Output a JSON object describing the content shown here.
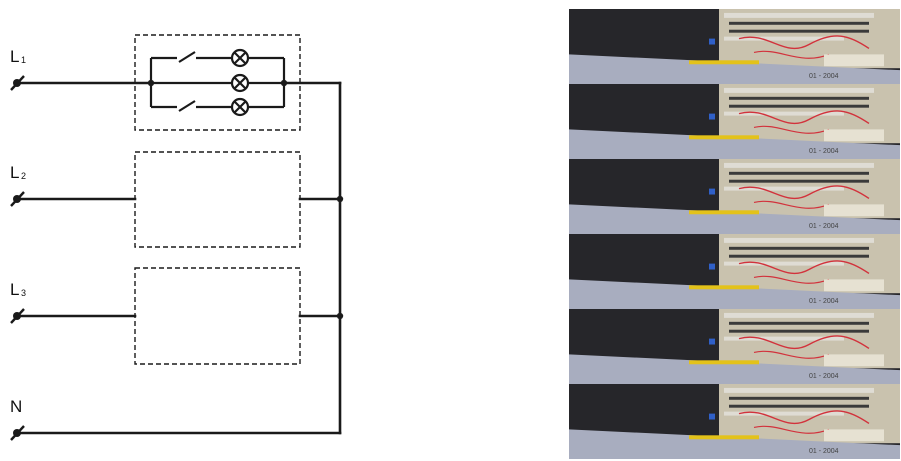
{
  "diagram": {
    "lines": [
      {
        "letter": "L",
        "sub": "1"
      },
      {
        "letter": "L",
        "sub": "2"
      },
      {
        "letter": "L",
        "sub": "3"
      },
      {
        "letter": "N",
        "sub": ""
      }
    ],
    "colors": {
      "wire": "#1a1a1a",
      "background": "#ffffff"
    }
  },
  "photo": {
    "strip_count": 6,
    "stamp_text": "01 - 2004",
    "colors": {
      "dark": "#26262a",
      "board": "#c9c2ae",
      "panel": "#a8adbf",
      "wire_red": "#d2323c",
      "wire_yellow": "#e3c21a",
      "stripe_light": "#dfdcd4"
    }
  }
}
